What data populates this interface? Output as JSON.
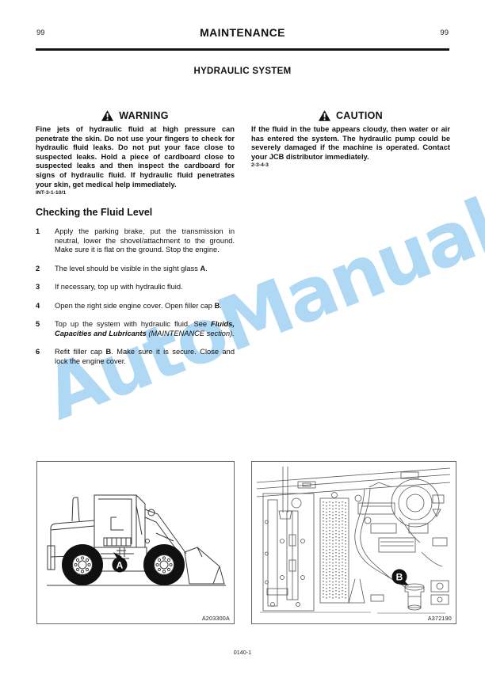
{
  "page": {
    "header": {
      "left_num": "99",
      "title": "MAINTENANCE",
      "right_num": "99"
    },
    "section_title": "HYDRAULIC SYSTEM",
    "footer": "0140-1"
  },
  "warning": {
    "title": "WARNING",
    "icon": "warning-triangle-icon",
    "body": "Fine jets of hydraulic fluid at high pressure can penetrate the skin.  Do not use your fingers to check for hydraulic fluid leaks.  Do not put your face close to suspected leaks.  Hold a piece of cardboard close to suspected leaks and then inspect the cardboard for signs of hydraulic fluid.  If hydraulic fluid penetrates your skin, get medical help immediately.",
    "code": "INT-3-1-10/1"
  },
  "caution": {
    "title": "CAUTION",
    "icon": "warning-triangle-icon",
    "body": "If the fluid in the tube appears cloudy, then water or air has entered the system.  The hydraulic pump could be severely damaged if the machine is operated.  Contact your JCB distributor immediately.",
    "code": "2-3-4-3"
  },
  "procedure": {
    "heading": "Checking the Fluid Level",
    "steps": [
      {
        "num": "1",
        "parts": [
          {
            "t": "Apply the parking brake, put the transmission in neutral, lower the shovel/attachment to the ground. Make sure it is flat on the ground. Stop the engine."
          }
        ]
      },
      {
        "num": "2",
        "parts": [
          {
            "t": "The level should be visible in the sight glass "
          },
          {
            "t": "A"
          },
          {
            "t": "."
          }
        ]
      },
      {
        "num": "3",
        "parts": [
          {
            "t": "If necessary, top up with hydraulic fluid."
          }
        ]
      },
      {
        "num": "4",
        "parts": [
          {
            "t": "Open the right side engine cover. Open filler cap "
          },
          {
            "t": "B"
          },
          {
            "t": "."
          }
        ]
      },
      {
        "num": "5",
        "parts": [
          {
            "t": "Top up the system with hydraulic fluid. See "
          },
          {
            "t": "Fluids, Capacities and Lubricants"
          },
          {
            "t": " "
          },
          {
            "t": "(MAINTENANCE section)."
          }
        ]
      },
      {
        "num": "6",
        "parts": [
          {
            "t": "Refit filler cap "
          },
          {
            "t": "B"
          },
          {
            "t": ". Make sure it is secure. Close and lock the engine cover."
          }
        ]
      }
    ]
  },
  "figures": [
    {
      "name": "wheel-loader-side-view",
      "label": "A",
      "caption": "A203300A"
    },
    {
      "name": "engine-compartment-filler-cap",
      "label": "B",
      "caption": "A372190"
    }
  ],
  "watermark": {
    "text": "AutoManual",
    "color": "#aed8f3"
  }
}
